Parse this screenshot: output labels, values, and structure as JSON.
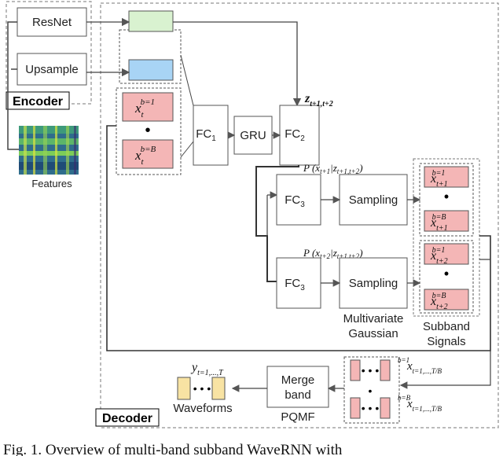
{
  "encoder": {
    "tag": "Encoder",
    "resnet": "ResNet",
    "upsample": "Upsample",
    "features": "Features"
  },
  "decoder": {
    "tag": "Decoder",
    "fc1": "FC",
    "fc1_sub": "1",
    "gru": "GRU",
    "fc2": "FC",
    "fc2_sub": "2",
    "fc3": "FC",
    "fc3_sub": "3",
    "sampling": "Sampling",
    "multivariate": "Multivariate",
    "gaussian": "Gaussian",
    "subband": "Subband",
    "signals": "Signals",
    "merge_line1": "Merge",
    "merge_line2": "band",
    "pqmf": "PQMF",
    "waveforms": "Waveforms"
  },
  "math": {
    "z": "z",
    "z_sub": "t+1,t+2",
    "xt_b1_sup": "b=1",
    "xt_sub": "t",
    "xt_bB_sup": "b=B",
    "p1": "P (x",
    "p1_sub": "t+1",
    "p1_mid": "|z",
    "p1_sub2": "t+1,t+2",
    "p1_end": ")",
    "p2": "P (x",
    "p2_sub": "t+2",
    "p2_mid": "|z",
    "p2_sub2": "t+1,t+2",
    "p2_end": ")",
    "x1_sub": "t+1",
    "x2_sub": "t+2",
    "xT_sub": "t=1,...,T/B",
    "y": "y",
    "y_sub": "t=1,...,T",
    "x": "x",
    "sup_b1": "b=1",
    "sup_bB": "b=B"
  },
  "caption": "Fig. 1.   Overview of multi-band subband WaveRNN with",
  "colors": {
    "green": "#d9f2d0",
    "blue": "#a8d4f5",
    "pink": "#f4b6b6",
    "yellow": "#f8e3a3",
    "line": "#444444"
  }
}
